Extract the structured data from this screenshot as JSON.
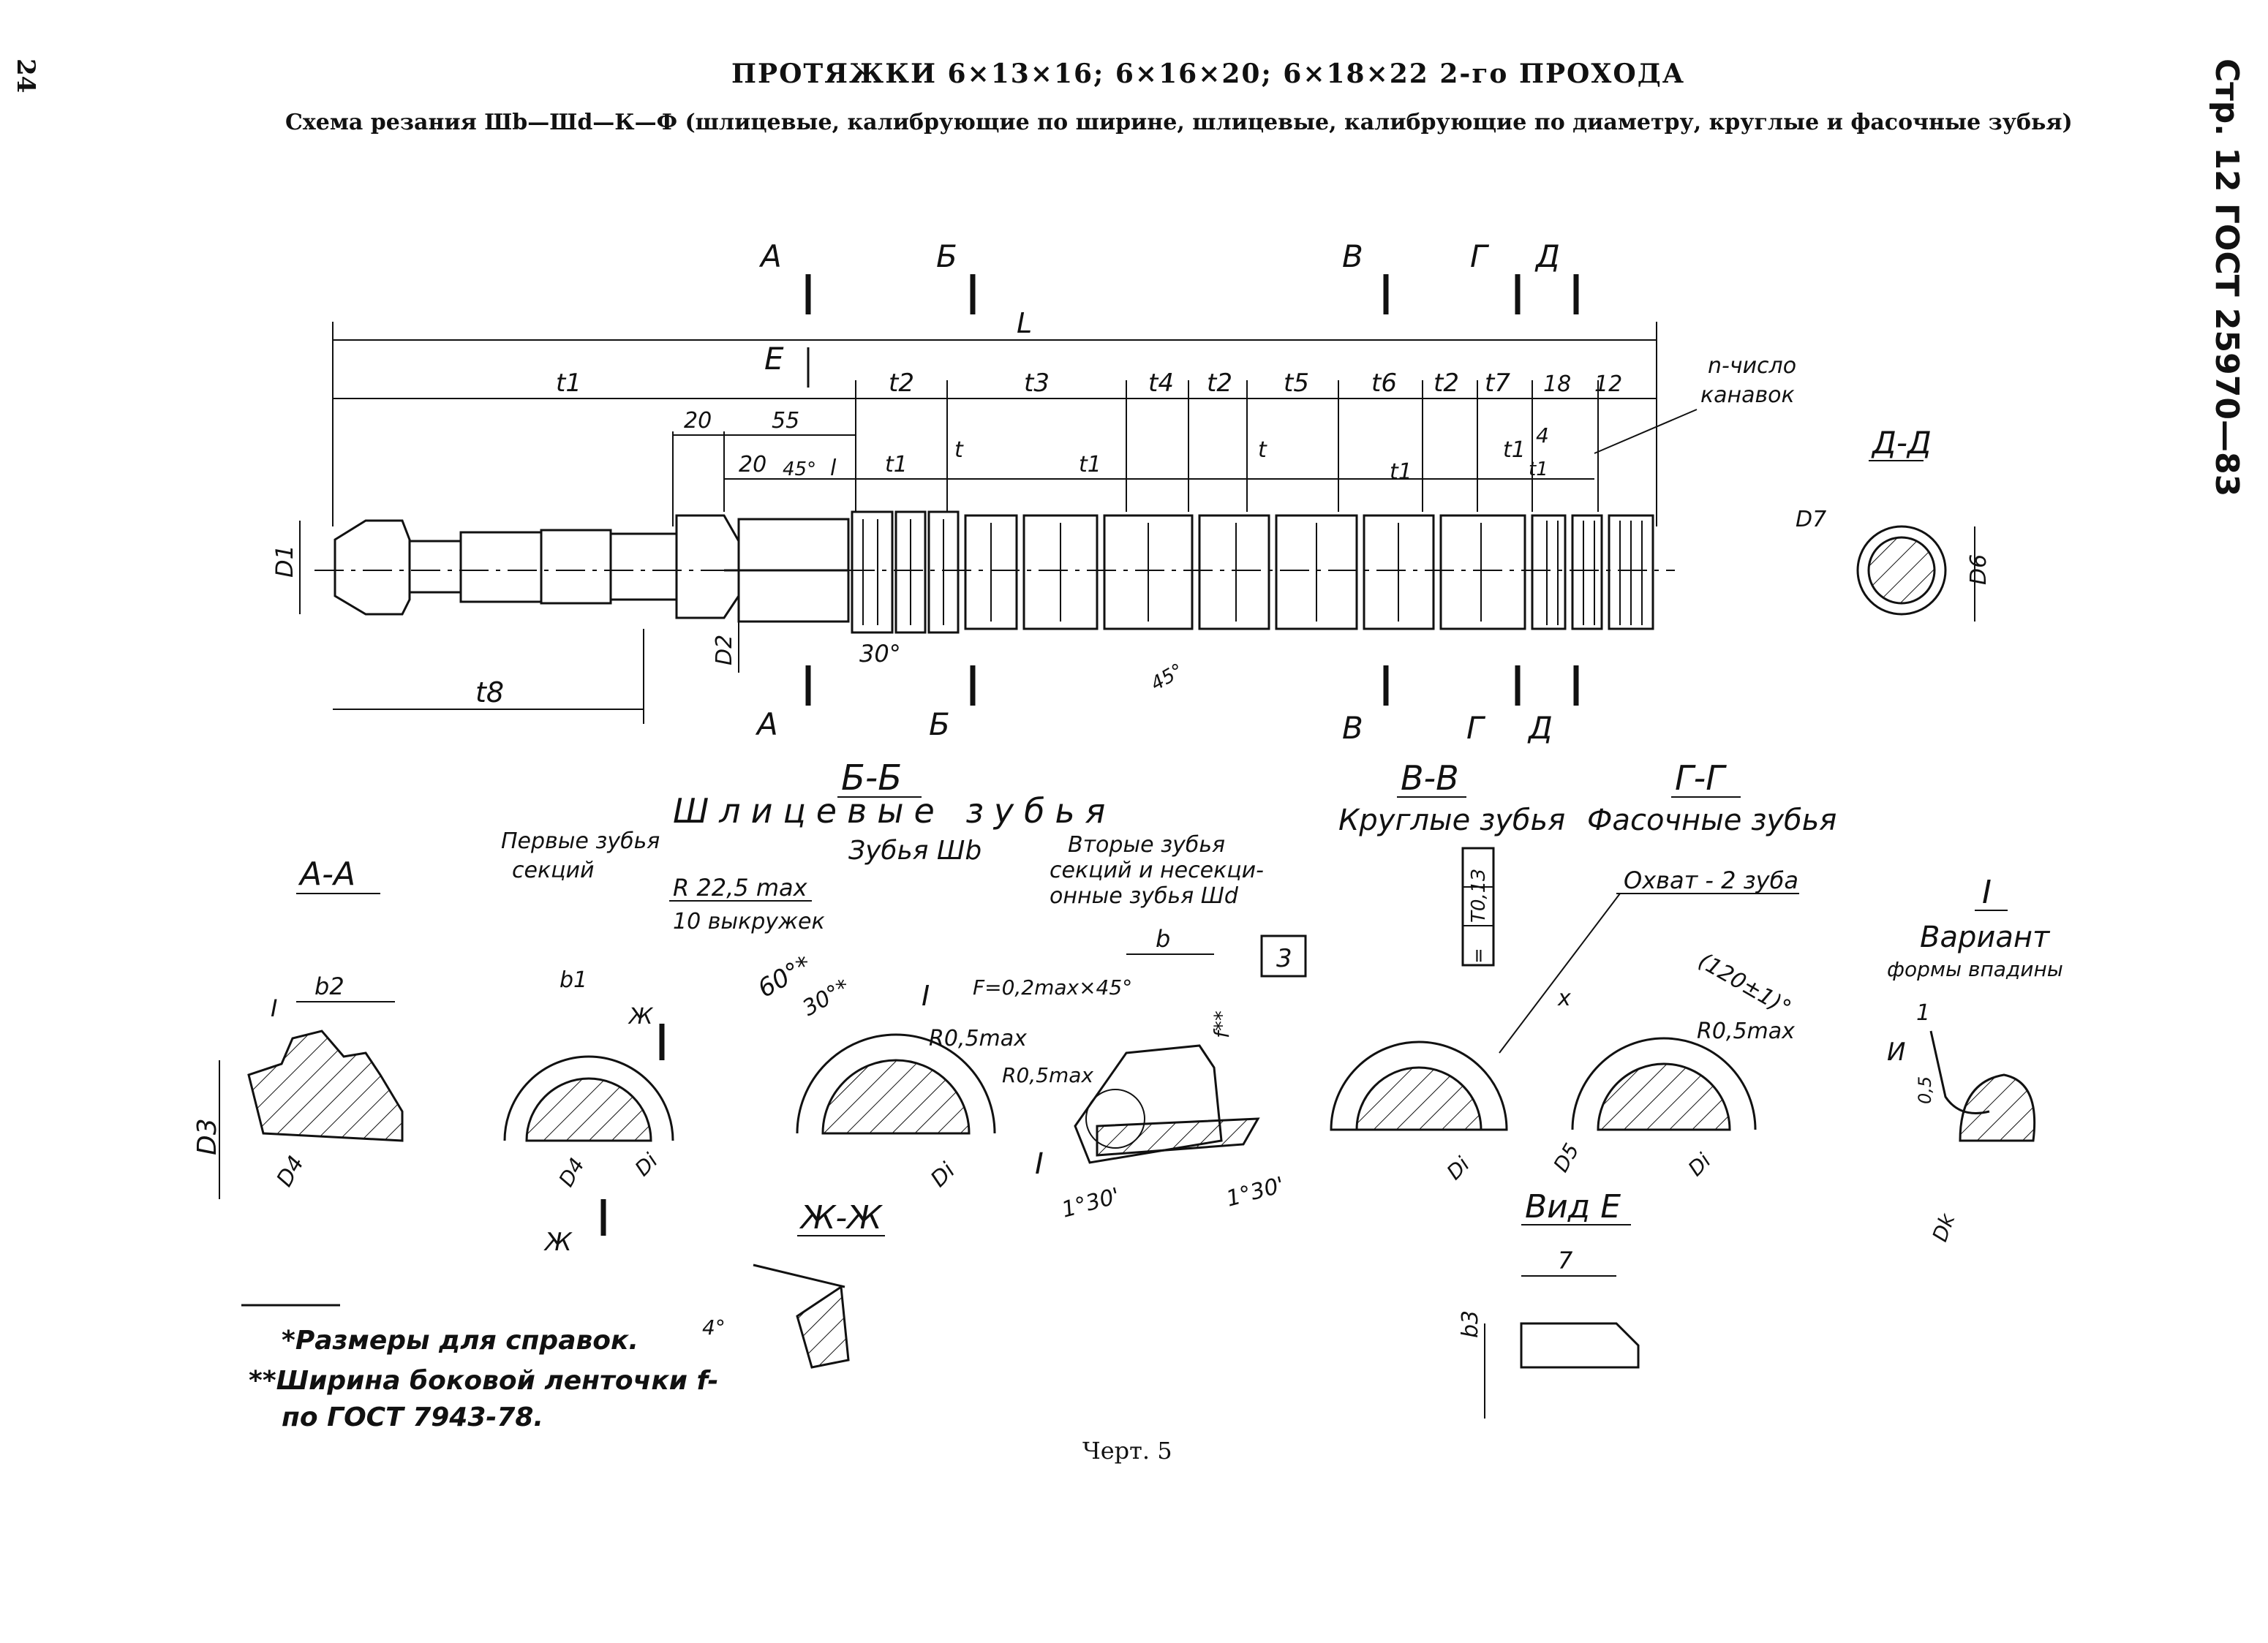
{
  "page_number": "24",
  "title": "ПРОТЯЖКИ 6×13×16; 6×16×20; 6×18×22 2-го ПРОХОДА",
  "subtitle": "Схема резания Шb—Шd—К—Ф (шлицевые, калибрующие по ширине, шлицевые, калибрующие по диаметру, круглые и фасочные зубья)",
  "side_reference": "Стр. 12 ГОСТ 25970—83",
  "caption": "Черт. 5",
  "main_view": {
    "section_marks_top": [
      "А",
      "Б",
      "В",
      "Г",
      "Д"
    ],
    "section_marks_bottom": [
      "А",
      "Б",
      "В",
      "Г",
      "Д"
    ],
    "view_arrow": "Е",
    "dims": {
      "L": "L",
      "t1": "t1",
      "t2": "t2",
      "t3": "t3",
      "t4": "t4",
      "t5": "t5",
      "t6": "t6",
      "t7": "t7",
      "d18": "18",
      "d12": "12",
      "d20a": "20",
      "d55": "55",
      "d20b": "20",
      "a45": "45°",
      "l": "l",
      "t_1": "t1",
      "t": "t",
      "d4": "4",
      "a30": "30°",
      "a45b": "45°",
      "t8": "t8",
      "D1": "D1",
      "D2": "D2"
    },
    "n_note_line1": "n-число",
    "n_note_line2": "канавок"
  },
  "section_dd": {
    "title": "Д-Д",
    "D7": "D7",
    "D6": "D6"
  },
  "section_aa": {
    "title": "А-А",
    "b2": "b2",
    "I": "I",
    "D3": "D3",
    "D4": "D4"
  },
  "section_bb": {
    "title": "Б-Б",
    "subtitle": "Шлицевые зубья",
    "first_teeth_1": "Первые зубья",
    "first_teeth_2": "секций",
    "r_max": "R 22,5 max",
    "scallops": "10 выкружек",
    "b1": "b1",
    "zh": "Ж",
    "D4": "D4",
    "Di": "Di",
    "teeth_sb": "Зубья Шb",
    "a60": "60°*",
    "a30": "30°*",
    "I": "I",
    "r05": "R0,5max"
  },
  "section_second": {
    "line1": "Вторые зубья",
    "line2": "секций и несекци-",
    "line3": "онные зубья Шd",
    "b": "b",
    "box3": "3",
    "F": "F=0,2max×45°",
    "f": "f**",
    "r05": "R0,5max",
    "I": "I",
    "a1": "1°30'",
    "a2": "1°30'",
    "Di": "Di"
  },
  "section_vv": {
    "title": "В-В",
    "subtitle": "Круглые зубья",
    "Di": "Di",
    "tol1": "=",
    "tol2": "Т0,1",
    "tol3": "З"
  },
  "section_gg": {
    "title": "Г-Г",
    "subtitle": "Фасочные зубья",
    "coverage": "Охват - 2 зуба",
    "angle": "(120±1)°",
    "r05": "R0,5max",
    "x": "x",
    "D5": "D5",
    "Di": "Di"
  },
  "detail_i": {
    "title": "I",
    "line1": "Вариант",
    "line2": "формы впадины",
    "d1": "1",
    "I2": "И",
    "d05": "0,5",
    "Dk": "Dk"
  },
  "section_zhzh": {
    "title": "Ж-Ж",
    "angle": "4°"
  },
  "view_e": {
    "title": "Вид Е",
    "d7": "7",
    "b3": "b3"
  },
  "notes": {
    "n1": "*Размеры для справок.",
    "n2a": "**Ширина боковой ленточки f-",
    "n2b": "по ГОСТ 7943-78."
  }
}
